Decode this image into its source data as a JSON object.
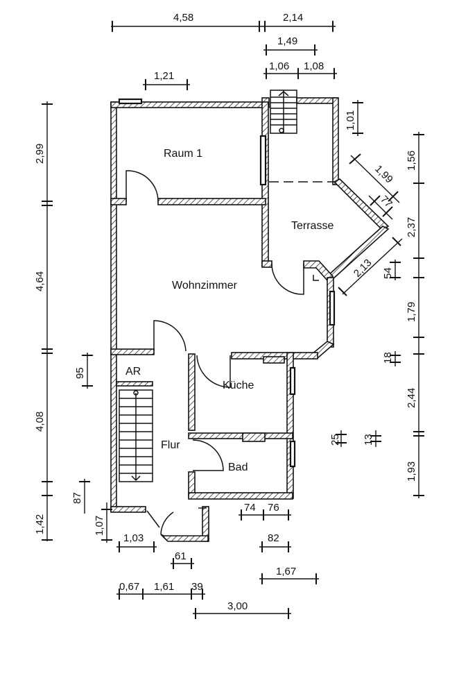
{
  "rooms": {
    "raum1": "Raum 1",
    "terrasse": "Terrasse",
    "wohnzimmer": "Wohnzimmer",
    "ar": "AR",
    "kueche": "Küche",
    "flur": "Flur",
    "bad": "Bad"
  },
  "dimensions": {
    "top_total_left": "4,58",
    "top_total_right": "2,14",
    "top_stair_width": "1,49",
    "top_a": "1,06",
    "top_b": "1,08",
    "top_window": "1,21",
    "left_a": "2,99",
    "left_b": "4,64",
    "left_c": "4,08",
    "left_d": "1,42",
    "left_ar": "95",
    "left_87": "87",
    "left_107": "1,07",
    "right_101": "1,01",
    "right_156": "1,56",
    "right_237": "2,37",
    "right_179": "1,79",
    "right_244": "2,44",
    "right_193": "1,93",
    "right_18": "18",
    "right_54": "54",
    "right_25": "25",
    "right_13": "13",
    "diag_199": "1,99",
    "diag_77": "77",
    "diag_213": "2,13",
    "bottom_103": "1,03",
    "bottom_61": "61",
    "bottom_067": "0,67",
    "bottom_161": "1,61",
    "bottom_39": "39",
    "bottom_300": "3,00",
    "bottom_74": "74",
    "bottom_76": "76",
    "bottom_82": "82",
    "bottom_167": "1,67"
  }
}
